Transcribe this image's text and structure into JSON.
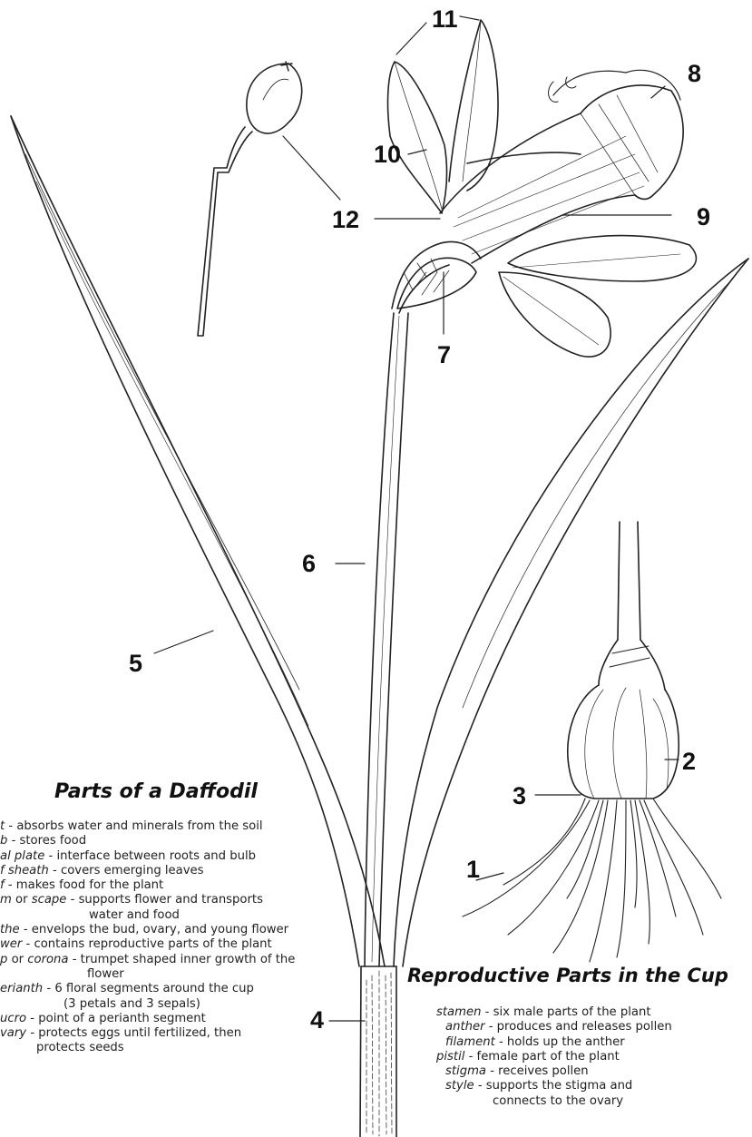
{
  "numbers": {
    "n1": "1",
    "n2": "2",
    "n3": "3",
    "n4": "4",
    "n5": "5",
    "n6": "6",
    "n7": "7",
    "n8": "8",
    "n9": "9",
    "n10": "10",
    "n11": "11",
    "n12": "12"
  },
  "title_parts": "Parts of a Daffodil",
  "title_cup": "Reproductive Parts in the Cup",
  "parts": [
    {
      "term": "t",
      "desc": " - absorbs water and minerals from the soil"
    },
    {
      "term": "b",
      "desc": " - stores food"
    },
    {
      "term": "al plate",
      "desc": " - interface between roots and bulb"
    },
    {
      "term": "f sheath",
      "desc": " - covers emerging leaves"
    },
    {
      "term": "f",
      "desc": " - makes food for the plant"
    },
    {
      "term": "m",
      "desc": " or ",
      "term2": "scape",
      "desc2": " - supports flower and transports",
      "cont": "water and food"
    },
    {
      "term": "the",
      "desc": " - envelops the bud, ovary, and young flower"
    },
    {
      "term": "wer",
      "desc": " - contains reproductive parts of the plant"
    },
    {
      "term": "p",
      "desc": " or ",
      "term2": "corona",
      "desc2": " - trumpet shaped inner growth of the",
      "cont": "flower"
    },
    {
      "term": "erianth",
      "desc": " - 6 floral segments around the cup",
      "cont": "(3 petals and 3 sepals)"
    },
    {
      "term": "ucro",
      "desc": " - point of a perianth segment"
    },
    {
      "term": "vary",
      "desc": " - protects eggs until fertilized, then",
      "cont": "protects seeds"
    }
  ],
  "cup_parts": [
    {
      "term": "stamen",
      "desc": " - six male parts of the plant"
    },
    {
      "term": "anther",
      "desc": " - produces and releases pollen"
    },
    {
      "term": "filament",
      "desc": " - holds up the anther"
    },
    {
      "term": "pistil",
      "desc": " - female part of the plant"
    },
    {
      "term": "stigma",
      "desc": " - receives pollen"
    },
    {
      "term": "style",
      "desc": " - supports the stigma and",
      "cont": "connects to the ovary"
    }
  ]
}
